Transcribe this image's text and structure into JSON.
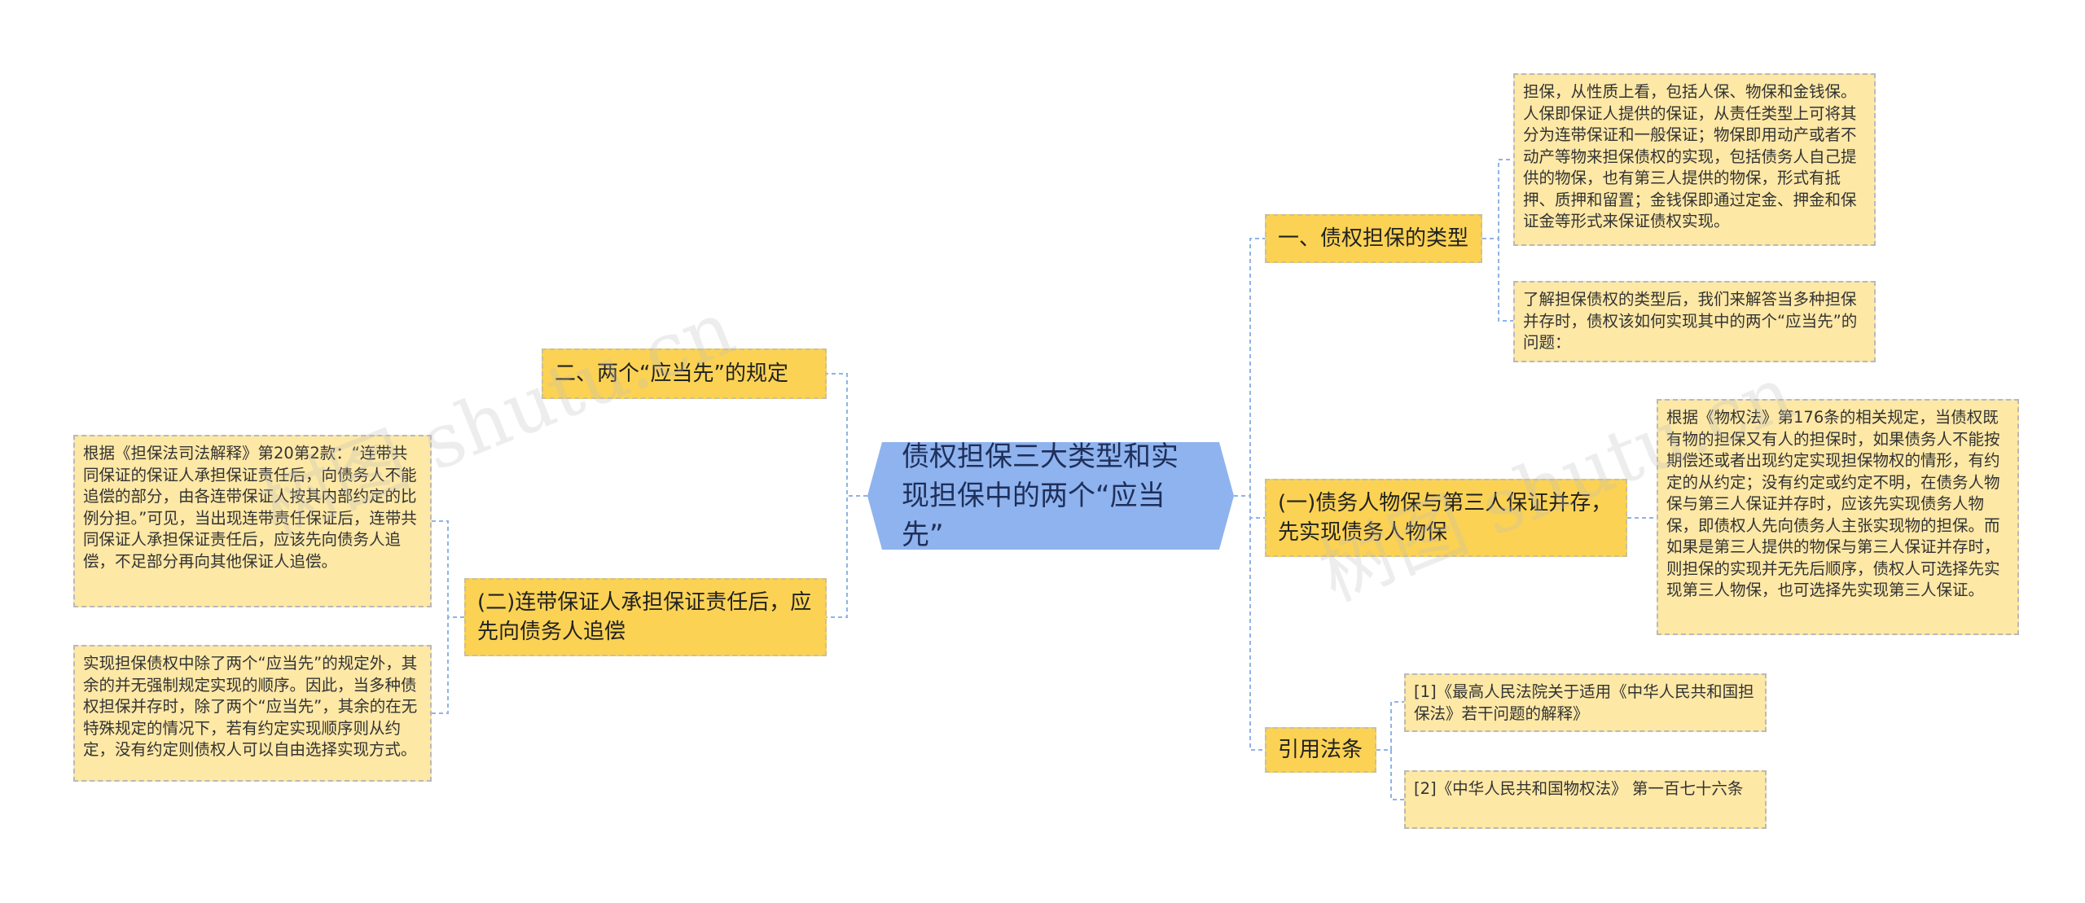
{
  "root": {
    "title": "债权担保三大类型和实现担保中的两个“应当先”"
  },
  "branches": {
    "types": {
      "label": "一、债权担保的类型"
    },
    "rules": {
      "label": "二、两个“应当先”的规定"
    },
    "sub_one": {
      "label": "(一)债务人物保与第三人保证并存，先实现债务人物保"
    },
    "sub_two": {
      "label": "(二)连带保证人承担保证责任后，应先向债务人追偿"
    },
    "laws": {
      "label": "引用法条"
    }
  },
  "leaves": {
    "types_detail": "担保，从性质上看，包括人保、物保和金钱保。人保即保证人提供的保证，从责任类型上可将其分为连带保证和一般保证；物保即用动产或者不动产等物来担保债权的实现，包括债务人自己提供的物保，也有第三人提供的物保，形式有抵押、质押和留置；金钱保即通过定金、押金和保证金等形式来保证债权实现。",
    "types_intro": "了解担保债权的类型后，我们来解答当多种担保并存时，债权该如何实现其中的两个“应当先”的问题：",
    "sub_one_detail": "根据《物权法》第176条的相关规定，当债权既有物的担保又有人的担保时，如果债务人不能按期偿还或者出现约定实现担保物权的情形，有约定的从约定；没有约定或约定不明，在债务人物保与第三人保证并存时，应该先实现债务人物保，即债权人先向债务人主张实现物的担保。而如果是第三人提供的物保与第三人保证并存时，则担保的实现并无先后顺序，债权人可选择先实现第三人物保，也可选择先实现第三人保证。",
    "sub_two_detail": "根据《担保法司法解释》第20第2款：“连带共同保证的保证人承担保证责任后，向债务人不能追偿的部分，由各连带保证人按其内部约定的比例分担。”可见，当出现连带责任保证后，连带共同保证人承担保证责任后，应该先向债务人追偿，不足部分再向其他保证人追偿。",
    "rules_summary": "实现担保债权中除了两个“应当先”的规定外，其余的并无强制规定实现的顺序。因此，当多种债权担保并存时，除了两个“应当先”，其余的在无特殊规定的情况下，若有约定实现顺序则从约定，没有约定则债权人可以自由选择实现方式。",
    "law_1": "[1]《最高人民法院关于适用《中华人民共和国担保法》若干问题的解释》",
    "law_2": "[2]《中华人民共和国物权法》 第一百七十六条"
  },
  "watermarks": [
    "树图 shutu.cn",
    "树图 shutu.cn"
  ],
  "colors": {
    "root_fill": "#8fb3ee",
    "branch_fill": "#fbd254",
    "leaf_fill": "#fde8a6",
    "connector": "#8fb4e6"
  }
}
